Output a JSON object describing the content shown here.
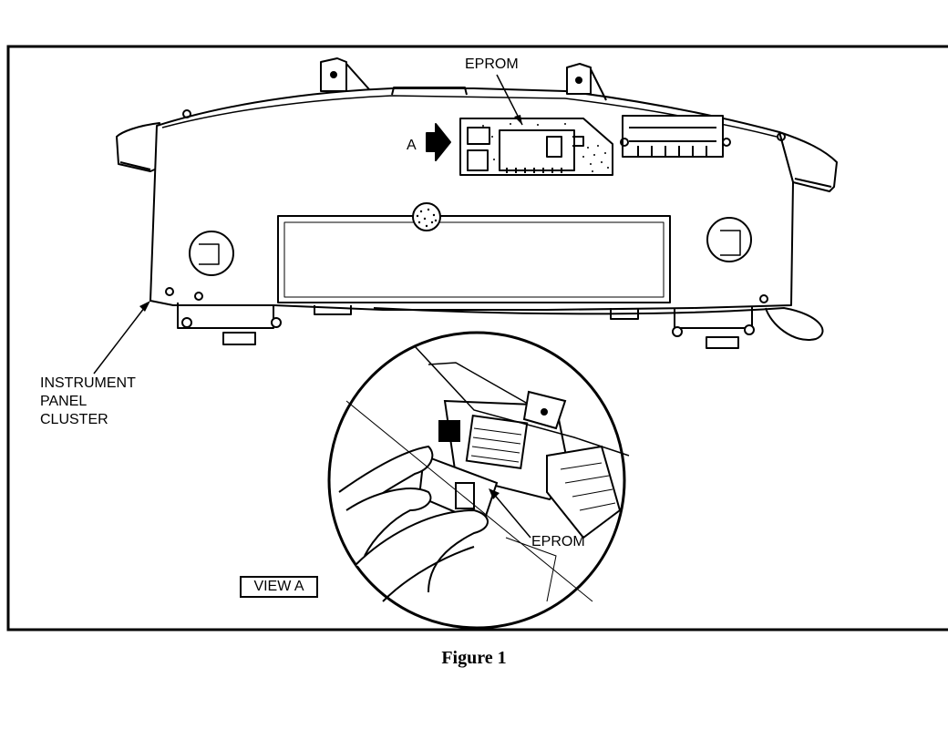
{
  "labels": {
    "eprom_top": "EPROM",
    "view_marker": "A",
    "instrument_panel_cluster": [
      "INSTRUMENT",
      "PANEL",
      "CLUSTER"
    ],
    "eprom_bottom": "EPROM",
    "view_a": "VIEW A"
  },
  "caption": "Figure 1"
}
